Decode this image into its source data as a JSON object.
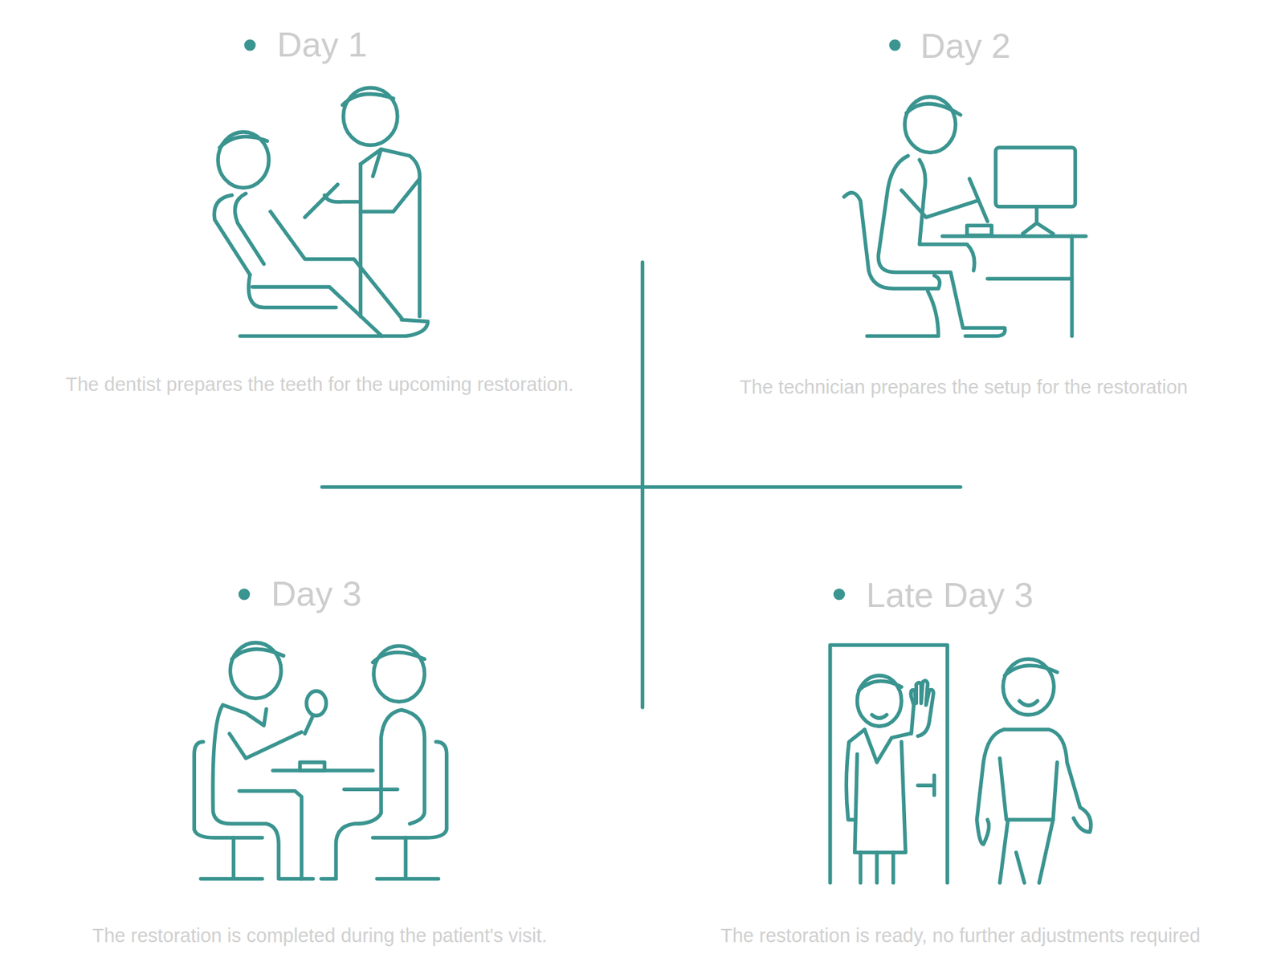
{
  "diagram": {
    "labels": [
      "Day 1",
      "The dentist prepares the teeth for the upcoming restoration.",
      "Day 2",
      "The technician prepares the setup for the restoration",
      "Day 3",
      "The restoration is completed during the patient's visit.",
      "Late Day 3",
      "The restoration is ready, no further adjustments required"
    ]
  }
}
